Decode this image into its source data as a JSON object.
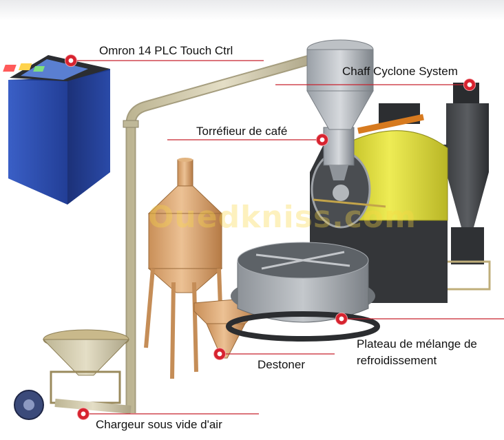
{
  "labels": {
    "plc": "Omron 14 PLC Touch Ctrl",
    "cyclone": "Chaff Cyclone System",
    "roaster": "Torréfieur de café",
    "cooling_line1": "Plateau de mélange de",
    "cooling_line2": "refroidissement",
    "destoner": "Destoner",
    "loader": "Chargeur sous vide d'air"
  },
  "watermark": "Ouedkniss.com",
  "colors": {
    "callout_line": "#c8202c",
    "marker": "#d7232f",
    "cabinet_blue": "#2f50b4",
    "silo_copper": "#d9a46f",
    "drum_yellow": "#e4e23a",
    "metal_grey": "#8f9399",
    "pipe_tan": "#cfc7a8"
  }
}
